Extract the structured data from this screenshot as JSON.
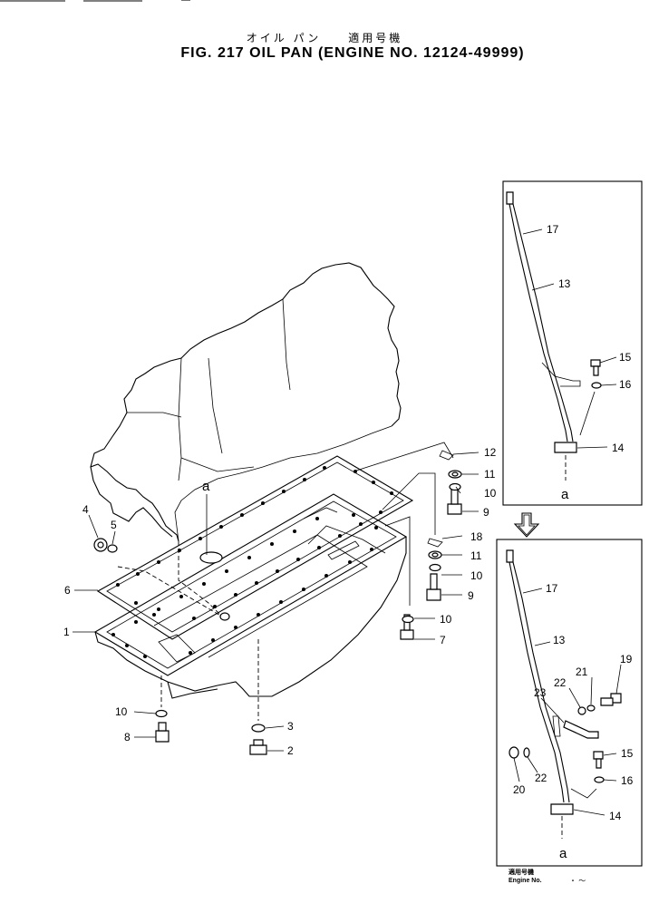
{
  "header": {
    "title_jp": "オイル パン　　適用号機",
    "title_en": "FIG. 217  OIL PAN (ENGINE NO. 12124-49999)"
  },
  "footer": {
    "line1": "適用号機",
    "line2": "Engine No.",
    "value": "・ ～"
  },
  "ref_a": "a",
  "callouts_main": [
    "1",
    "2",
    "3",
    "4",
    "5",
    "6",
    "7",
    "8",
    "9",
    "10",
    "10",
    "10",
    "10",
    "11",
    "11",
    "12",
    "18",
    "9"
  ],
  "inset_top": [
    "17",
    "13",
    "15",
    "16",
    "14",
    "a"
  ],
  "inset_bottom": [
    "17",
    "13",
    "19",
    "21",
    "22",
    "23",
    "15",
    "16",
    "20",
    "22",
    "14",
    "a"
  ]
}
